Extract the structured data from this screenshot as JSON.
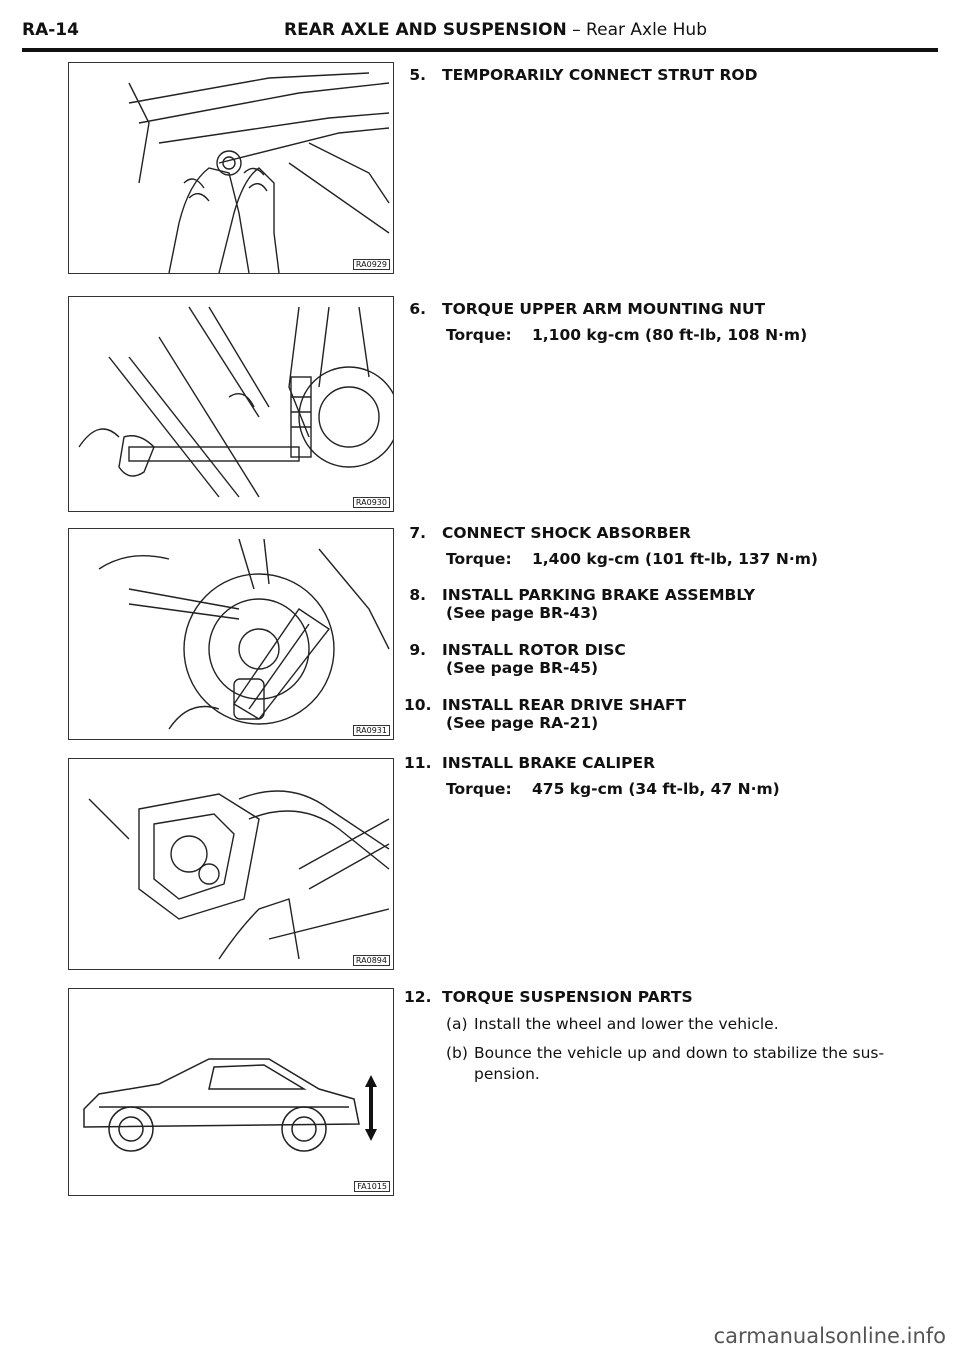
{
  "header": {
    "page_code": "RA-14",
    "section_bold": "REAR AXLE AND SUSPENSION",
    "section_rest": "– Rear Axle Hub"
  },
  "figures": [
    {
      "code": "RA0929"
    },
    {
      "code": "RA0930"
    },
    {
      "code": "RA0931"
    },
    {
      "code": "RA0894"
    },
    {
      "code": "FA1015"
    }
  ],
  "steps": [
    {
      "num": "5.",
      "title": "TEMPORARILY CONNECT STRUT ROD"
    },
    {
      "num": "6.",
      "title": "TORQUE UPPER ARM MOUNTING NUT",
      "torque_label": "Torque:",
      "torque_value": "1,100 kg-cm (80 ft-lb, 108 N·m)"
    },
    {
      "num": "7.",
      "title": "CONNECT SHOCK ABSORBER",
      "torque_label": "Torque:",
      "torque_value": "1,400 kg-cm (101 ft-lb, 137 N·m)"
    },
    {
      "num": "8.",
      "title": "INSTALL PARKING BRAKE ASSEMBLY",
      "note": "(See page BR-43)"
    },
    {
      "num": "9.",
      "title": "INSTALL ROTOR DISC",
      "note": "(See page BR-45)"
    },
    {
      "num": "10.",
      "title": "INSTALL REAR DRIVE SHAFT",
      "note": "(See page RA-21)"
    },
    {
      "num": "11.",
      "title": "INSTALL BRAKE CALIPER",
      "torque_label": "Torque:",
      "torque_value": "475 kg-cm (34 ft-lb, 47 N·m)"
    },
    {
      "num": "12.",
      "title": "TORQUE SUSPENSION PARTS",
      "items": [
        {
          "label": "(a)",
          "text": "Install the wheel and lower the vehicle."
        },
        {
          "label": "(b)",
          "text": "Bounce the vehicle up and down to stabilize the sus-pension."
        }
      ]
    }
  ],
  "watermark": "carmanualsonline.info"
}
